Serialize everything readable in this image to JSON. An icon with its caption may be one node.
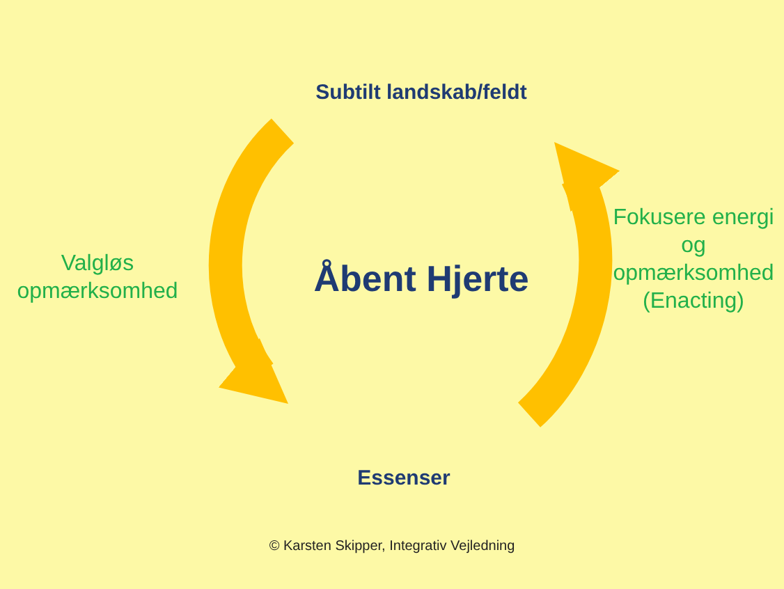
{
  "diagram": {
    "nodes": [
      {
        "text": [
          "Subtilt landskab/feldt"
        ]
      },
      {
        "text": [
          "Essenser"
        ]
      },
      {
        "text": [
          "Åbent Hjerte"
        ]
      }
    ],
    "edges": [
      {
        "from": 0,
        "to": 1,
        "arrow": "to",
        "label": "Valgløs opmærksomhed"
      },
      {
        "from": 1,
        "to": 0,
        "arrow": "to",
        "label": "Fokusere energi og opmærksomhed (Enacting)"
      }
    ],
    "labels": [
      "© Karsten Skipper, Integrativ Vejledning"
    ]
  }
}
